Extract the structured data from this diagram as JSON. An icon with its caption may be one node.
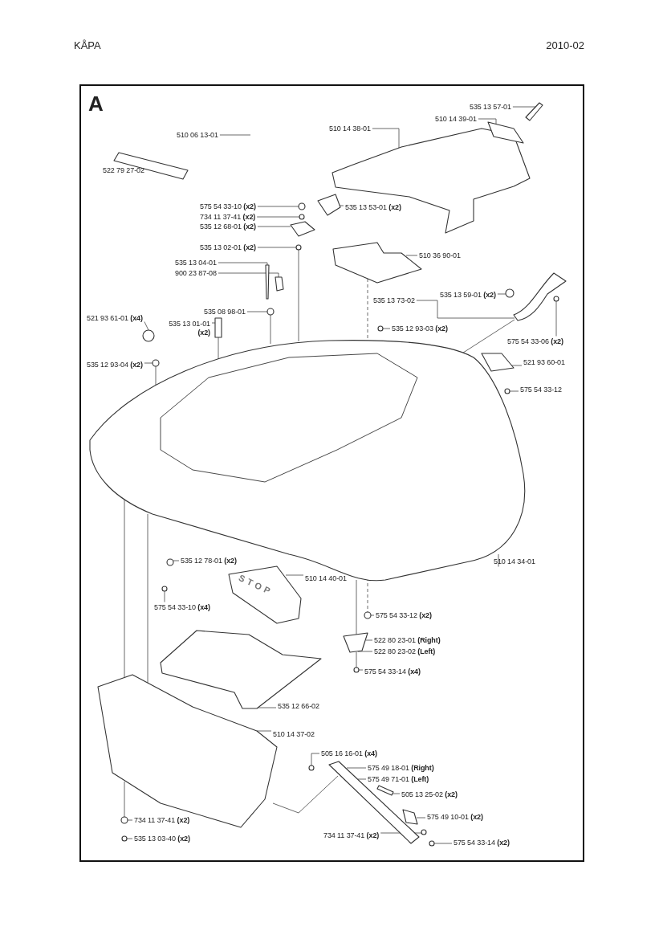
{
  "diagram": {
    "title": "KÅPA",
    "nodes": [
      {
        "text": [
          "510 06 13-01"
        ]
      },
      {
        "text": [
          "522 79 27-02"
        ]
      },
      {
        "text": [
          "510 14 38-01"
        ]
      },
      {
        "text": [
          "535 13 57-01"
        ]
      },
      {
        "text": [
          "510 14 39-01"
        ]
      },
      {
        "text": [
          "575 54 33-10 **(x2)**"
        ]
      },
      {
        "text": [
          "734 11 37-41 **(x2)**"
        ]
      },
      {
        "text": [
          "535 12 68-01 **(x2)**"
        ]
      },
      {
        "text": [
          "535 13 53-01 **(x2)**"
        ]
      },
      {
        "text": [
          "535 13 02-01 **(x2)**"
        ]
      },
      {
        "text": [
          "535 13 04-01"
        ]
      },
      {
        "text": [
          "900 23 87-08"
        ]
      },
      {
        "text": [
          "510 36 90-01"
        ]
      },
      {
        "text": [
          "535 08 98-01"
        ]
      },
      {
        "text": [
          "535 13 73-02"
        ]
      },
      {
        "text": [
          "535 13 59-01 **(x2)**"
        ]
      },
      {
        "text": [
          "521 93 61-01 **(x4)**"
        ]
      },
      {
        "text": [
          "535 13 01-01 **(x2)**"
        ]
      },
      {
        "text": [
          "535 12 93-03 **(x2)**"
        ]
      },
      {
        "text": [
          "575 54 33-06 **(x2)**"
        ]
      },
      {
        "text": [
          "535 12 93-04 **(x2)**"
        ]
      },
      {
        "text": [
          "521 93 60-01"
        ]
      },
      {
        "text": [
          "575 54 33-12"
        ]
      },
      {
        "text": [
          "510 14 34-01"
        ]
      },
      {
        "text": [
          "535 12 78-01 **(x2)**"
        ]
      },
      {
        "text": [
          "510 14 40-01"
        ]
      },
      {
        "text": [
          "575 54 33-10 **(x4)**"
        ]
      },
      {
        "text": [
          "575 54 33-12 **(x2)**"
        ]
      },
      {
        "text": [
          "522 80 23-01 **(Right)**"
        ]
      },
      {
        "text": [
          "522 80 23-02 **(Left)**"
        ]
      },
      {
        "text": [
          "575 54 33-14 **(x4)**"
        ]
      },
      {
        "text": [
          "535 12 66-02"
        ]
      },
      {
        "text": [
          "510 14 37-02"
        ]
      },
      {
        "text": [
          "505 16 16-01 **(x4)**"
        ]
      },
      {
        "text": [
          "575 49 18-01 **(Right)**"
        ]
      },
      {
        "text": [
          "575 49 71-01 **(Left)**"
        ]
      },
      {
        "text": [
          "505 13 25-02 **(x2)**"
        ]
      },
      {
        "text": [
          "575 49 10-01 **(x2)**"
        ]
      },
      {
        "text": [
          "734 11 37-41 **(x2)**"
        ]
      },
      {
        "text": [
          "535 13 03-40 **(x2)**"
        ]
      },
      {
        "text": [
          "734 11 37-41 **(x2)**"
        ]
      },
      {
        "text": [
          "575 54 33-14 **(x2)**"
        ]
      },
      {
        "text": [],
        "shape": "picture"
      },
      {
        "text": [],
        "shape": "picture"
      },
      {
        "text": [],
        "shape": "picture"
      },
      {
        "text": [],
        "shape": "picture"
      },
      {
        "text": [],
        "shape": "circle"
      },
      {
        "text": [],
        "shape": "circle"
      },
      {
        "text": [],
        "shape": "picture"
      },
      {
        "text": [],
        "shape": "picture"
      },
      {
        "text": [],
        "shape": "circle"
      },
      {
        "text": [],
        "shape": "box"
      },
      {
        "text": [],
        "shape": "box"
      },
      {
        "text": [],
        "shape": "picture"
      },
      {
        "text": [],
        "shape": "circle"
      },
      {
        "text": [],
        "shape": "picture"
      },
      {
        "text": [],
        "shape": "circle"
      },
      {
        "text": [],
        "shape": "circle"
      },
      {
        "text": [],
        "shape": "picture"
      },
      {
        "text": [],
        "shape": "circle"
      },
      {
        "text": [],
        "shape": "circle"
      },
      {
        "text": [],
        "shape": "circle"
      },
      {
        "text": [],
        "shape": "picture"
      },
      {
        "text": [],
        "shape": "circle"
      },
      {
        "text": [],
        "shape": "picture"
      },
      {
        "text": [],
        "shape": "circle"
      },
      {
        "text": [],
        "shape": "picture"
      },
      {
        "text": [],
        "shape": "circle"
      },
      {
        "text": [],
        "shape": "circle"
      },
      {
        "text": [],
        "shape": "picture"
      },
      {
        "text": [],
        "shape": "circle"
      },
      {
        "text": [],
        "shape": "picture"
      },
      {
        "text": [],
        "shape": "picture"
      },
      {
        "text": [],
        "shape": "circle"
      },
      {
        "text": [],
        "shape": "picture"
      },
      {
        "text": [],
        "shape": "picture"
      },
      {
        "text": [],
        "shape": "picture"
      },
      {
        "text": [],
        "shape": "circle"
      },
      {
        "text": [],
        "shape": "circle"
      },
      {
        "text": [],
        "shape": "circle"
      },
      {
        "text": [],
        "shape": "circle"
      }
    ],
    "edges": [
      {
        "from": 0,
        "to": null,
        "arrow": "none"
      },
      {
        "from": 1,
        "to": 42,
        "arrow": "none"
      },
      {
        "from": 2,
        "to": 43,
        "arrow": "none"
      },
      {
        "from": 3,
        "to": 44,
        "arrow": "none"
      },
      {
        "from": 4,
        "to": 45,
        "arrow": "none"
      },
      {
        "from": 5,
        "to": 46,
        "arrow": "none"
      },
      {
        "from": 6,
        "to": 47,
        "arrow": "none"
      },
      {
        "from": 7,
        "to": 48,
        "arrow": "none"
      },
      {
        "from": 8,
        "to": 49,
        "arrow": "none"
      },
      {
        "from": 9,
        "to": 50,
        "arrow": "none"
      },
      {
        "from": 10,
        "to": 51,
        "arrow": "none"
      },
      {
        "from": 11,
        "to": 52,
        "arrow": "none"
      },
      {
        "from": 12,
        "to": 53,
        "arrow": "none"
      },
      {
        "from": 13,
        "to": 54,
        "arrow": "none"
      },
      {
        "from": 14,
        "to": 55,
        "arrow": "none"
      },
      {
        "from": 15,
        "to": 56,
        "arrow": "none"
      },
      {
        "from": 16,
        "to": 57,
        "arrow": "none"
      },
      {
        "from": 17,
        "to": 58,
        "arrow": "none"
      },
      {
        "from": 18,
        "to": 59,
        "arrow": "none"
      },
      {
        "from": 19,
        "to": 60,
        "arrow": "none"
      },
      {
        "from": 20,
        "to": 61,
        "arrow": "none"
      },
      {
        "from": 21,
        "to": 62,
        "arrow": "none"
      },
      {
        "from": 22,
        "to": 63,
        "arrow": "none"
      },
      {
        "from": 23,
        "to": 64,
        "arrow": "none"
      },
      {
        "from": 24,
        "to": 65,
        "arrow": "none"
      },
      {
        "from": 25,
        "to": 66,
        "arrow": "none"
      },
      {
        "from": 26,
        "to": 67,
        "arrow": "none"
      },
      {
        "from": 27,
        "to": 68,
        "arrow": "none"
      },
      {
        "from": 28,
        "to": 69,
        "arrow": "none"
      },
      {
        "from": 29,
        "to": 69,
        "arrow": "none"
      },
      {
        "from": 30,
        "to": 70,
        "arrow": "none"
      },
      {
        "from": 31,
        "to": 71,
        "arrow": "none"
      },
      {
        "from": 32,
        "to": 72,
        "arrow": "none"
      },
      {
        "from": 33,
        "to": 73,
        "arrow": "none"
      },
      {
        "from": 34,
        "to": 74,
        "arrow": "none"
      },
      {
        "from": 35,
        "to": 74,
        "arrow": "none"
      },
      {
        "from": 36,
        "to": 75,
        "arrow": "none"
      },
      {
        "from": 37,
        "to": 76,
        "arrow": "none"
      },
      {
        "from": 38,
        "to": 77,
        "arrow": "none"
      },
      {
        "from": 39,
        "to": 78,
        "arrow": "none"
      },
      {
        "from": 40,
        "to": 79,
        "arrow": "none"
      },
      {
        "from": 41,
        "to": 80,
        "arrow": "none"
      },
      {
        "from": 64,
        "to": 72,
        "arrow": "none"
      },
      {
        "from": 72,
        "to": 77,
        "arrow": "none"
      },
      {
        "from": 61,
        "to": 64,
        "arrow": "none"
      },
      {
        "from": 64,
        "to": 72,
        "arrow": "none"
      },
      {
        "from": 50,
        "to": 64,
        "arrow": "none"
      },
      {
        "from": 58,
        "to": 64,
        "arrow": "none"
      },
      {
        "from": 54,
        "to": 64,
        "arrow": "none"
      },
      {
        "from": 64,
        "to": 69,
        "arrow": "none"
      },
      {
        "from": 69,
        "to": 70,
        "arrow": "none"
      },
      {
        "from": 53,
        "to": 64,
        "arrow": "none",
        "style": "dashed"
      },
      {
        "from": 64,
        "to": 68,
        "arrow": "none",
        "style": "dashed"
      },
      {
        "from": 64,
        "to": 55,
        "arrow": "none"
      },
      {
        "from": 72,
        "to": 74,
        "arrow": "none"
      }
    ],
    "labels": [
      "2010-02",
      "A",
      "STOP"
    ]
  }
}
